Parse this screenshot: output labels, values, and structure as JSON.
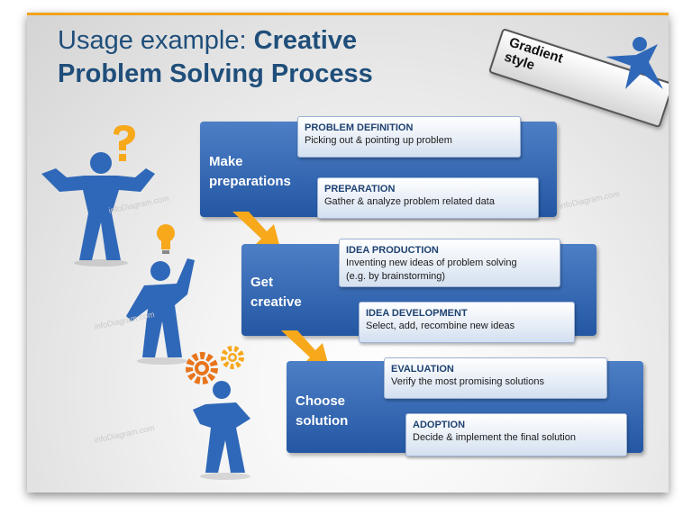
{
  "title": {
    "line1_prefix": "Usage example: ",
    "line1_bold": "Creative",
    "line2": "Problem Solving Process"
  },
  "badge": {
    "line1": "Gradient",
    "line2": "style"
  },
  "watermark": "infoDiagram.com",
  "colors": {
    "accent": "#f2a21b",
    "title": "#1f4e7a",
    "stage": "#2f62ae",
    "arrow": "#f7a81b"
  },
  "stages": [
    {
      "label_line1": "Make",
      "label_line2": "preparations",
      "boxes": [
        {
          "heading": "PROBLEM DEFINITION",
          "desc1": "Picking out & pointing up problem",
          "desc2": ""
        },
        {
          "heading": "PREPARATION",
          "desc1": "Gather & analyze problem related data",
          "desc2": ""
        }
      ]
    },
    {
      "label_line1": "Get",
      "label_line2": "creative",
      "boxes": [
        {
          "heading": "IDEA PRODUCTION",
          "desc1": "Inventing new ideas of problem solving",
          "desc2": "(e.g. by brainstorming)"
        },
        {
          "heading": "IDEA DEVELOPMENT",
          "desc1": "Select, add, recombine new ideas",
          "desc2": ""
        }
      ]
    },
    {
      "label_line1": "Choose",
      "label_line2": "solution",
      "boxes": [
        {
          "heading": "EVALUATION",
          "desc1": "Verify the most promising solutions",
          "desc2": ""
        },
        {
          "heading": "ADOPTION",
          "desc1": "Decide & implement the final solution",
          "desc2": ""
        }
      ]
    }
  ],
  "figures": [
    {
      "icon": "question-mark-icon"
    },
    {
      "icon": "light-bulb-icon"
    },
    {
      "icon": "gears-icon"
    }
  ]
}
